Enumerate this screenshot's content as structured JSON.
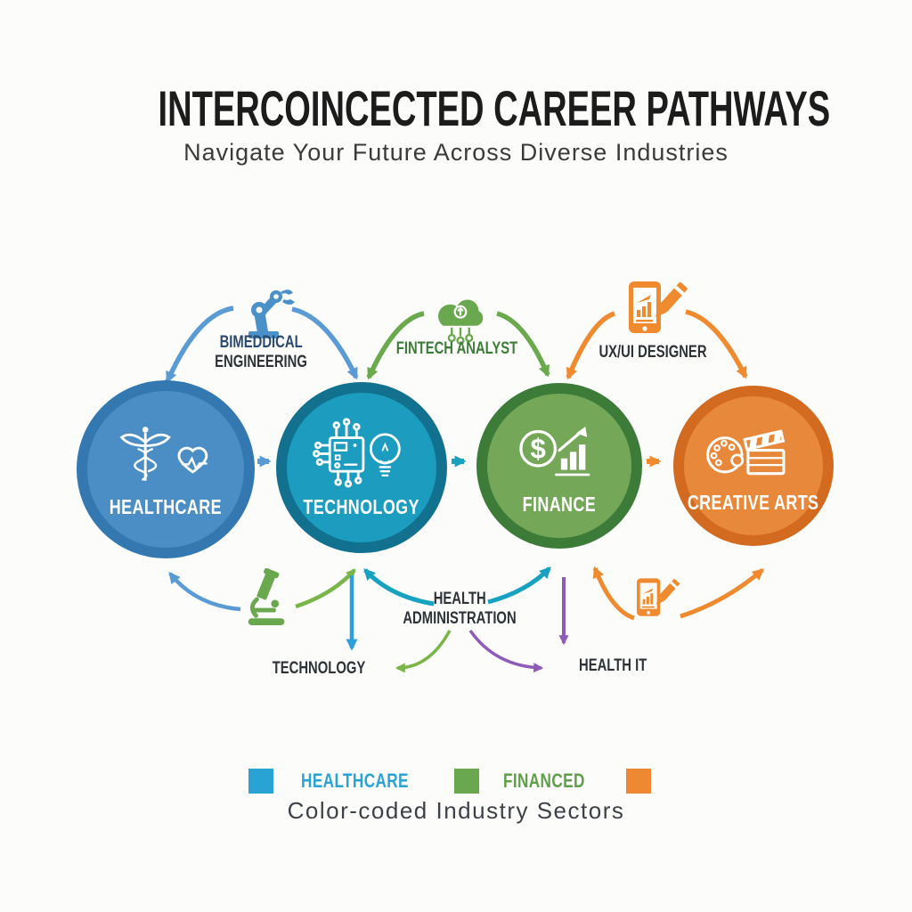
{
  "header": {
    "title": "INTERCOINCECTED CAREER PATHWAYS",
    "subtitle": "Navigate Your Future Across Diverse Industries"
  },
  "sectors": [
    {
      "id": "healthcare",
      "label": "HEALTHCARE",
      "fill": "#4a8ec5",
      "ring": "#3478b2",
      "icon": "caduceus-heart-icon"
    },
    {
      "id": "technology",
      "label": "TECHNOLOGY",
      "fill": "#1c9cbe",
      "ring": "#11718e",
      "icon": "circuit-lightbulb-icon"
    },
    {
      "id": "finance",
      "label": "FINANCE",
      "fill": "#74a758",
      "ring": "#3d7c38",
      "icon": "dollar-chart-icon"
    },
    {
      "id": "creative_arts",
      "label": "CREATIVE ARTS",
      "fill": "#e8883a",
      "ring": "#d26a1f",
      "icon": "palette-clapperboard-icon"
    }
  ],
  "pathways_top": [
    {
      "from": "healthcare",
      "to": "technology",
      "label_line1": "BIMEDDICAL",
      "label_line2": "ENGINEERING",
      "arc_color": "#5b9bd5",
      "icon": "robot-arm-icon"
    },
    {
      "from": "technology",
      "to": "finance",
      "label": "FINTECH ANALYST",
      "arc_color": "#6aaa4d",
      "icon": "cloud-network-icon"
    },
    {
      "from": "finance",
      "to": "creative_arts",
      "label": "UX/UI DESIGNER",
      "arc_color": "#ef8a2f",
      "icon": "tablet-pencil-icon"
    }
  ],
  "pathways_bottom": {
    "technology_label": "TECHNOLOGY",
    "health_admin_line1": "HEALTH",
    "health_admin_line2": "ADMINISTRATION",
    "health_it_label": "HEALTH IT",
    "microscope_icon": "microscope-icon",
    "tablet_icon": "tablet-chart-icon"
  },
  "legend": {
    "items": [
      {
        "label": "HEALTHCARE",
        "color": "#29a3d4"
      },
      {
        "label": "FINANCED",
        "color": "#6aa84f"
      },
      {
        "label": "",
        "color": "#ef8833"
      }
    ],
    "caption": "Color-coded Industry Sectors"
  },
  "colors": {
    "arc_blue": "#5b9bd5",
    "arc_green": "#6aaa4d",
    "arc_orange": "#ef8a2f",
    "arc_teal": "#17a2c2",
    "arc_purple": "#8e5bb8",
    "arc_bright_green": "#7ab54a",
    "arrow_sky_blue": "#2f9fdc",
    "label_navy": "#2c4a6e",
    "label_dark": "#2e3338",
    "label_green": "#3d7c38"
  }
}
